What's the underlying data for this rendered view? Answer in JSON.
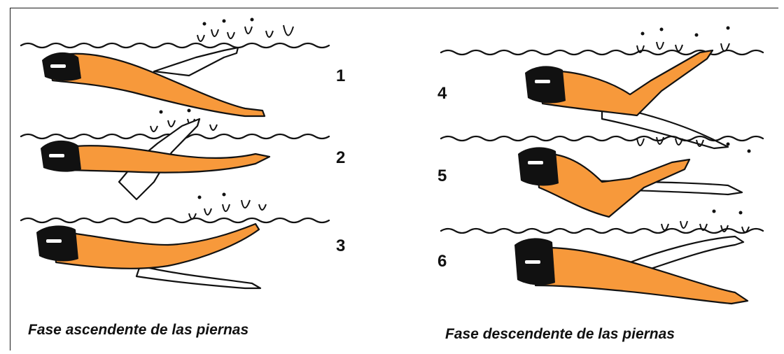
{
  "colors": {
    "skin": "#f7993b",
    "outline": "#111111",
    "cap": "#111111",
    "background": "#ffffff"
  },
  "left_panel": {
    "caption": "Fase ascendente de las piernas",
    "figures": [
      {
        "number": "1"
      },
      {
        "number": "2"
      },
      {
        "number": "3"
      }
    ]
  },
  "right_panel": {
    "caption": "Fase descendente de las piernas",
    "figures": [
      {
        "number": "4"
      },
      {
        "number": "5"
      },
      {
        "number": "6"
      }
    ]
  }
}
